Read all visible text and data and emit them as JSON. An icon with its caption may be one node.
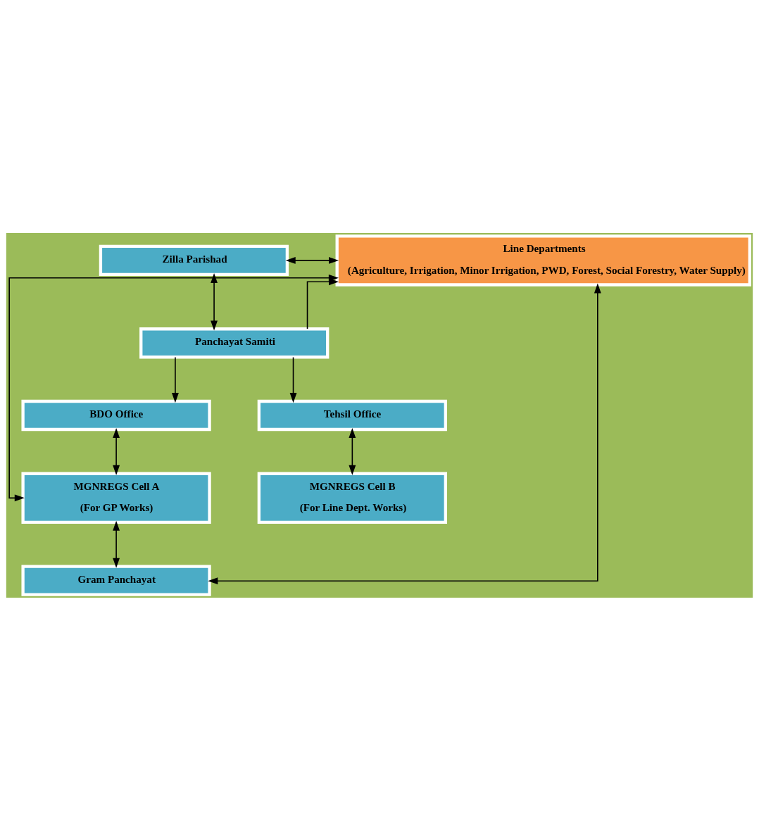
{
  "diagram": {
    "nodes": [
      {
        "text": [
          "Zilla Parishad"
        ]
      },
      {
        "text": [
          "Line Departments",
          "(Agriculture, Irrigation, Minor Irrigation, PWD, Forest, Social Forestry, Water Supply)"
        ]
      },
      {
        "text": [
          "Panchayat Samiti"
        ]
      },
      {
        "text": [
          "BDO Office"
        ]
      },
      {
        "text": [
          "Tehsil Office"
        ]
      },
      {
        "text": [
          "MGNREGS Cell A",
          "(For GP Works)"
        ]
      },
      {
        "text": [
          "MGNREGS Cell B",
          "(For Line Dept. Works)"
        ]
      },
      {
        "text": [
          "Gram Panchayat"
        ]
      }
    ],
    "edges": [
      {
        "from": 0,
        "to": 1,
        "arrow": "both"
      },
      {
        "from": 0,
        "to": 2,
        "arrow": "both"
      },
      {
        "from": 2,
        "to": 3,
        "arrow": "to"
      },
      {
        "from": 2,
        "to": 4,
        "arrow": "to"
      },
      {
        "from": 2,
        "to": 1,
        "arrow": "to"
      },
      {
        "from": 3,
        "to": 5,
        "arrow": "both"
      },
      {
        "from": 4,
        "to": 6,
        "arrow": "both"
      },
      {
        "from": 5,
        "to": 7,
        "arrow": "both"
      },
      {
        "from": 1,
        "to": 5,
        "arrow": "both"
      },
      {
        "from": 1,
        "to": 7,
        "arrow": "both"
      }
    ]
  }
}
